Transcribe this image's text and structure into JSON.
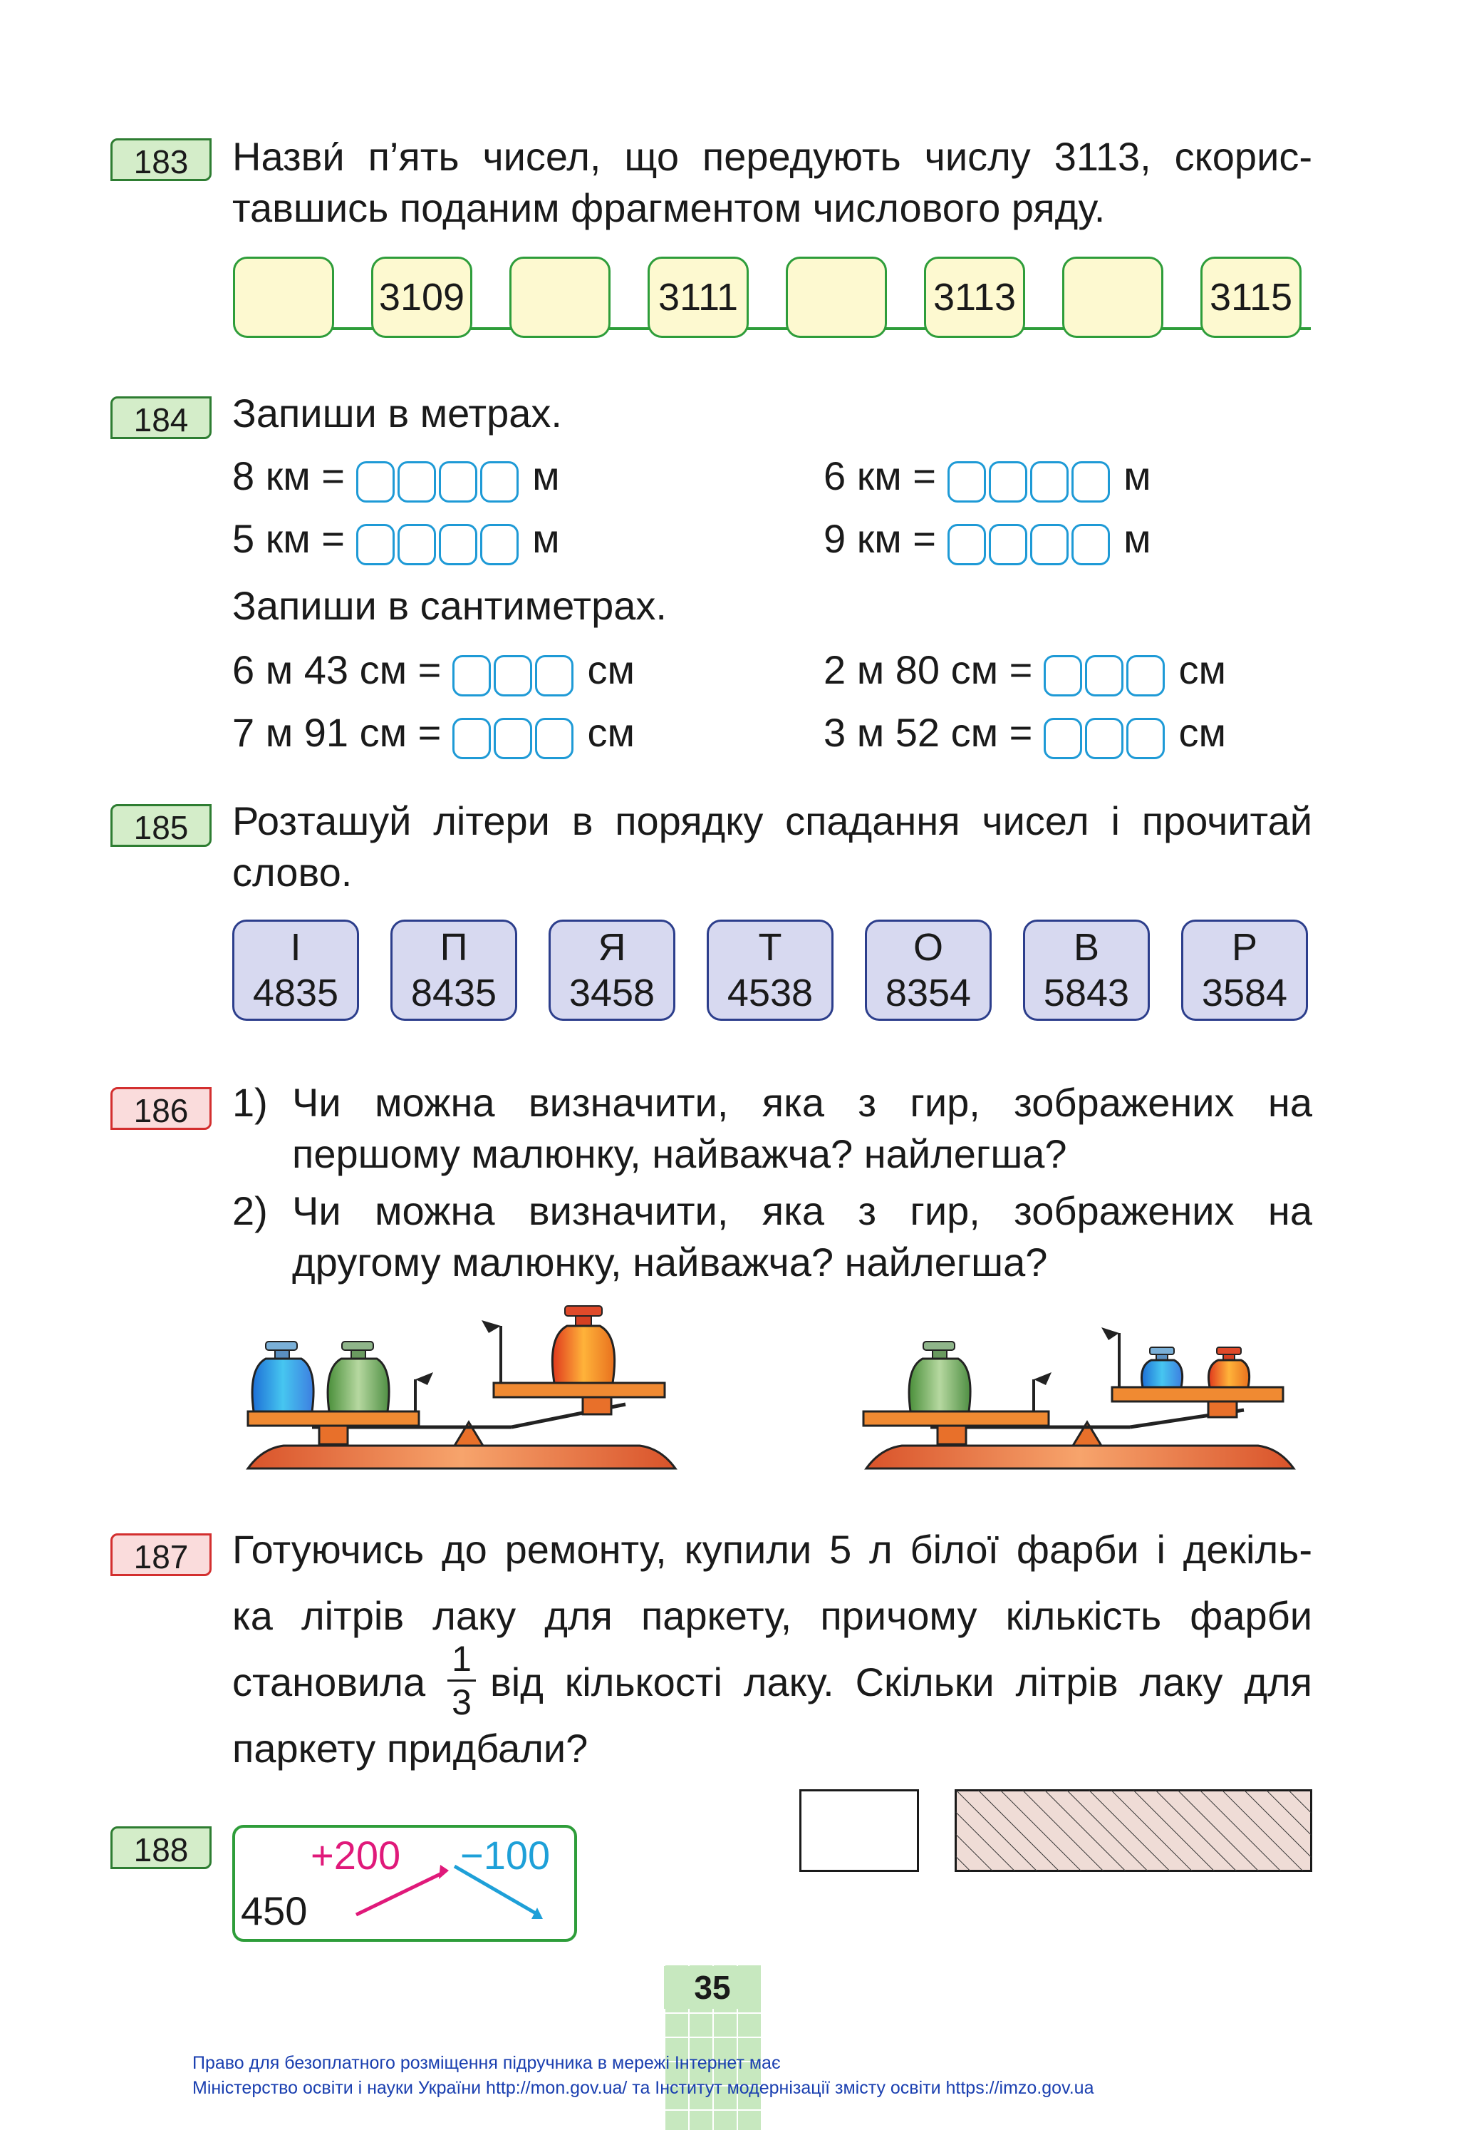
{
  "tasks": {
    "t183": {
      "number": "183",
      "line1": "Назви́ п’ять чисел, що передують числу 3113, скорис-",
      "line2": "тавшись поданим фрагментом числового ряду.",
      "sequence": [
        "",
        "3109",
        "",
        "3111",
        "",
        "3113",
        "",
        "3115"
      ]
    },
    "t184": {
      "number": "184",
      "heading_m": "Запиши в метрах.",
      "meters": [
        {
          "left": "8 км =",
          "unit": "м"
        },
        {
          "left": "6 км =",
          "unit": "м"
        },
        {
          "left": "5 км =",
          "unit": "м"
        },
        {
          "left": "9 км =",
          "unit": "м"
        }
      ],
      "heading_cm": "Запиши в сантиметрах.",
      "centimeters": [
        {
          "left": "6 м 43 см =",
          "unit": "см"
        },
        {
          "left": "2 м 80 см =",
          "unit": "см"
        },
        {
          "left": "7 м 91 см =",
          "unit": "см"
        },
        {
          "left": "3 м 52 см =",
          "unit": "см"
        }
      ]
    },
    "t185": {
      "number": "185",
      "line1": "Розташуй літери в порядку спадання чисел і прочитай",
      "line2": "слово.",
      "cards": [
        {
          "letter": "І",
          "value": "4835"
        },
        {
          "letter": "П",
          "value": "8435"
        },
        {
          "letter": "Я",
          "value": "3458"
        },
        {
          "letter": "Т",
          "value": "4538"
        },
        {
          "letter": "О",
          "value": "8354"
        },
        {
          "letter": "В",
          "value": "5843"
        },
        {
          "letter": "Р",
          "value": "3584"
        }
      ]
    },
    "t186": {
      "number": "186",
      "q1_marker": "1)",
      "q1_line1": "Чи можна визначити, яка з гир, зображених на",
      "q1_line2": "першому малюнку, найважча? найлегша?",
      "q2_marker": "2)",
      "q2_line1": "Чи можна визначити, яка з гир, зображених на",
      "q2_line2": "другому малюнку, найважча? найлегша?"
    },
    "t187": {
      "number": "187",
      "line1": "Готуючись до ремонту, купили 5 л білої фарби і декіль-",
      "line2": "ка літрів лаку для паркету, причому кількість фарби",
      "line3_a": "становила",
      "fraction_num": "1",
      "fraction_den": "3",
      "line3_b": "від кількості лаку. Скільки літрів лаку для",
      "line4": "паркету придбали?"
    },
    "t188": {
      "number": "188",
      "start": "450",
      "op1": "+200",
      "op2": "−100"
    }
  },
  "page_number": "35",
  "footer": {
    "line1": "Право для безоплатного розміщення підручника в мережі Інтернет має",
    "line2": "Міністерство освіти і науки України http://mon.gov.ua/ та Інститут модернізації змісту освіти https://imzo.gov.ua"
  },
  "colors": {
    "green_badge": "#d4edc9",
    "red_badge": "#fadcdc",
    "cell_border": "#1e9ad6",
    "op_plus": "#e0197a",
    "op_minus": "#1ea0d8"
  }
}
